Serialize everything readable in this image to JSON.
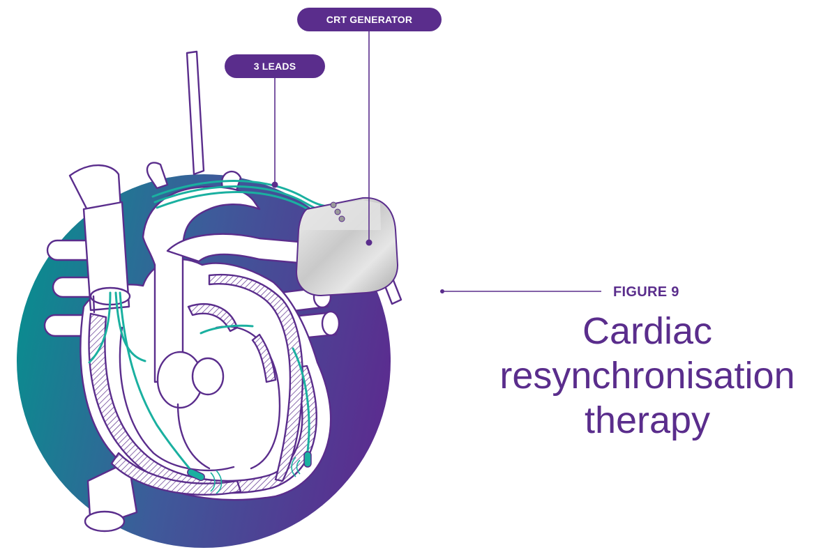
{
  "colors": {
    "purple": "#5a2d8c",
    "teal": "#1ab0a0",
    "gradient_start": "#0a8a8f",
    "gradient_end": "#5b2c8f",
    "generator_gray": "#cfcfcf"
  },
  "labels": {
    "generator": "CRT GENERATOR",
    "leads": "3 LEADS"
  },
  "figure": {
    "number": "FIGURE 9",
    "title_lines": [
      "Cardiac",
      "resynchronisation",
      "therapy"
    ]
  }
}
